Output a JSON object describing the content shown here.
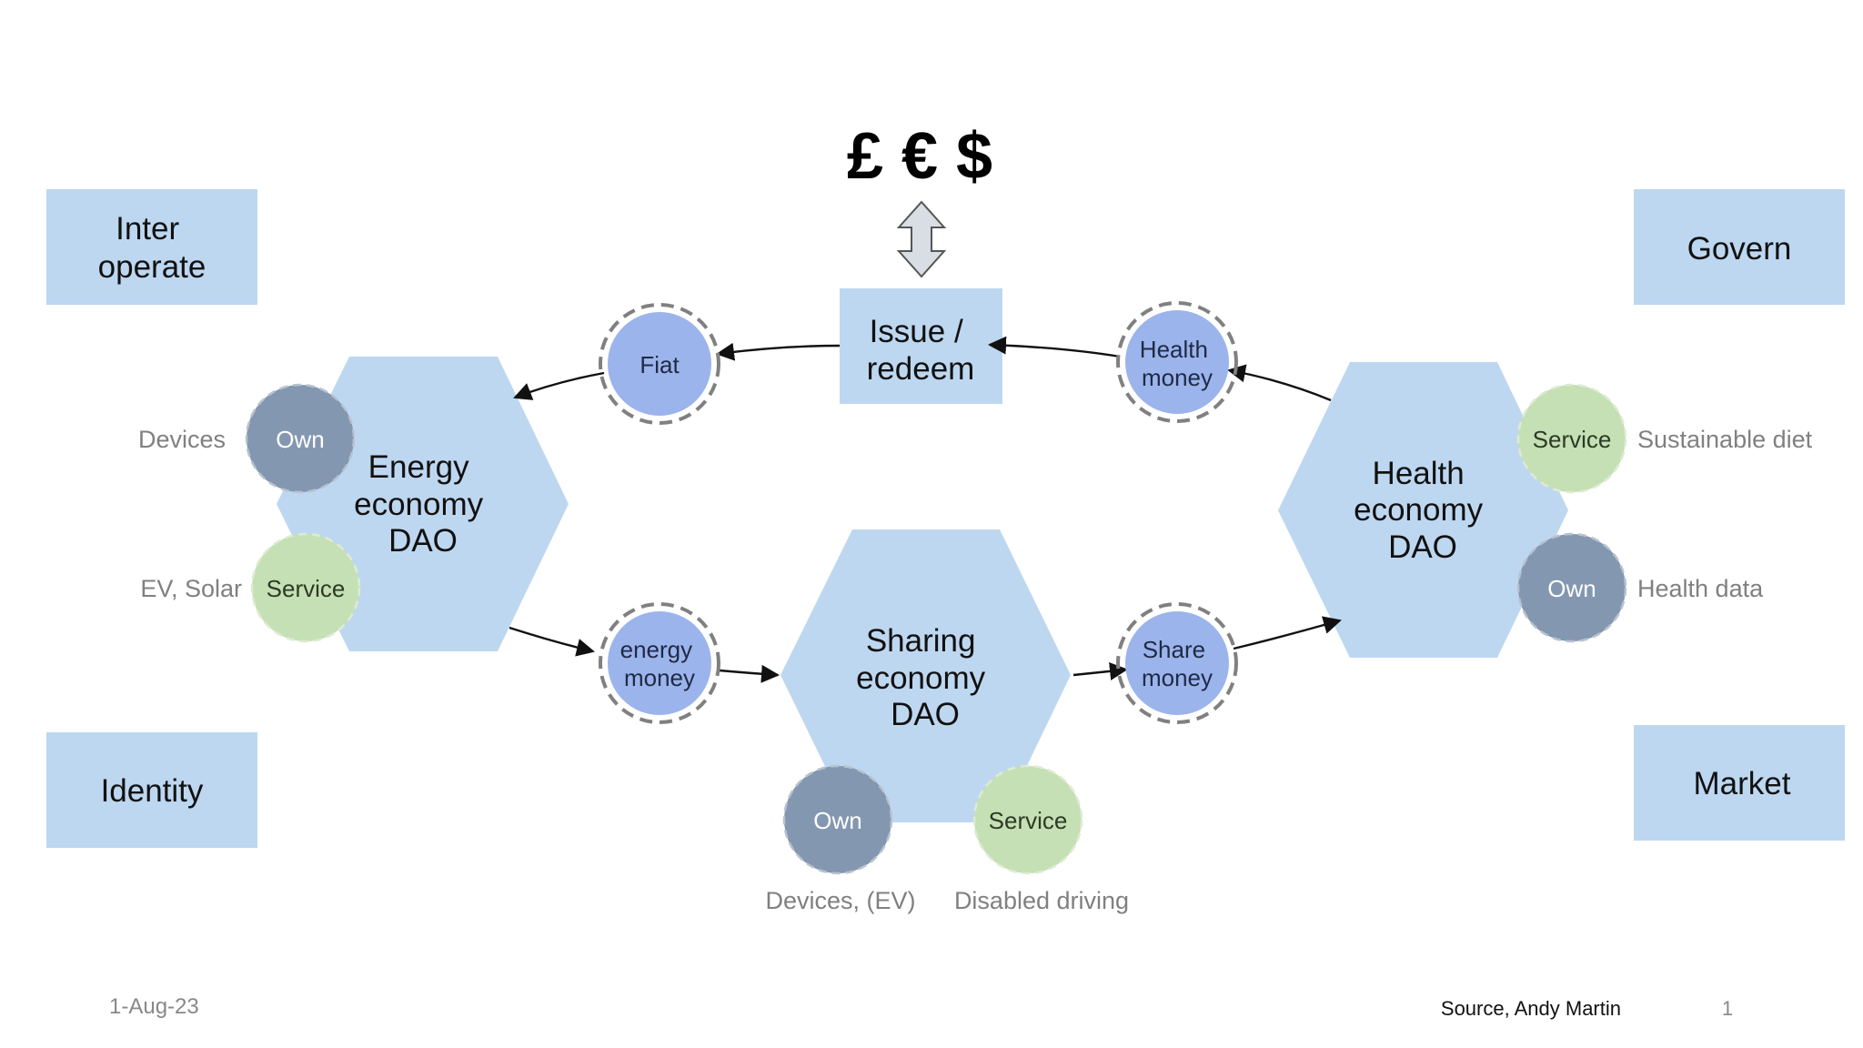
{
  "currency": {
    "symbols": "£ € $"
  },
  "corners": {
    "interoperate": [
      "Inter",
      "operate"
    ],
    "govern": [
      "Govern"
    ],
    "identity": [
      "Identity"
    ],
    "market": [
      "Market"
    ]
  },
  "center_box": [
    "Issue /",
    "redeem"
  ],
  "hexagons": {
    "energy": [
      "Energy",
      "economy",
      "DAO"
    ],
    "sharing": [
      "Sharing",
      "economy",
      "DAO"
    ],
    "health": [
      "Health",
      "economy",
      "DAO"
    ]
  },
  "tokens": {
    "fiat": [
      "Fiat"
    ],
    "health_money": [
      "Health",
      "money"
    ],
    "energy_money": [
      "energy",
      "money"
    ],
    "share_money": [
      "Share",
      "money"
    ]
  },
  "badges": {
    "own": "Own",
    "service": "Service"
  },
  "side_labels": {
    "devices": "Devices",
    "ev_solar": "EV, Solar",
    "sustainable_diet": "Sustainable diet",
    "health_data": "Health data",
    "devices_ev": "Devices, (EV)",
    "disabled_driving": "Disabled driving"
  },
  "footer": {
    "date": "1-Aug-23",
    "source": "Source, Andy Martin",
    "page": "1"
  },
  "colors": {
    "box_fill": "#BDD7F0",
    "hex_fill": "#BED7F0",
    "token_fill": "#9CB4EC",
    "own_fill": "#8497B0",
    "service_fill": "#C5E0B4",
    "label_gray": "#808080",
    "arrow": "#111111"
  }
}
